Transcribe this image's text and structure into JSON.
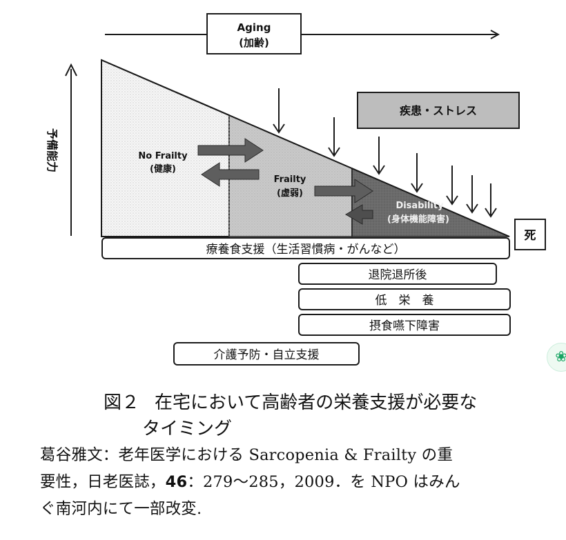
{
  "diagram": {
    "aging_label": "Aging",
    "aging_sublabel": "(加齢)",
    "y_axis_label": "予備能力",
    "no_frailty_label": "No Frailty",
    "no_frailty_sublabel": "(健康)",
    "frailty_label": "Frailty",
    "frailty_sublabel": "(虚弱)",
    "disability_label": "Disability",
    "disability_sublabel": "(身体機能障害)",
    "stress_box": "疾患・ストレス",
    "death_box": "死",
    "bars": [
      "療養食支援（生活習慣病・がんなど）",
      "退院退所後",
      "低　栄　養",
      "摂食嚥下障害",
      "介護予防・自立支援"
    ],
    "colors": {
      "no_frailty_fill": "#f6f6f6",
      "frailty_fill": "#c8c8c8",
      "disability_fill": "#6a6a6a",
      "stress_fill": "#bdbdbd",
      "arrow_fill": "#5e5e5e"
    }
  },
  "caption": {
    "figure_number": "図２",
    "title_line1": "在宅において高齢者の栄養支援が必要な",
    "title_line2": "タイミング"
  },
  "source": {
    "line1": "葛谷雅文：老年医学における Sarcopenia & Frailty の重",
    "line2_pre": "要性，日老医誌，",
    "line2_volume": "46",
    "line2_post": "：279〜285，2009．を NPO はみん",
    "line3": "ぐ南河内にて一部改変."
  },
  "badge": {
    "icon": "chatgpt-logo-icon"
  }
}
